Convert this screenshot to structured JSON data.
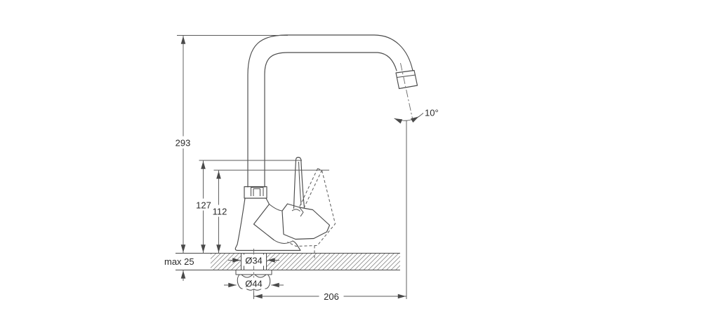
{
  "drawing": {
    "title": "single-lever-kitchen-faucet-dimension-drawing",
    "labels": {
      "overall_height": "293",
      "lever_height": "127",
      "body_height": "112",
      "deck_thickness": "max 25",
      "hole_diameter": "Ø34",
      "nut_diameter": "Ø44",
      "spout_reach": "206",
      "spout_angle": "10°"
    },
    "colors": {
      "background": "#ffffff",
      "line": "#4a4a4a",
      "dimension_line": "#5a5a5a",
      "text": "#2b2b2b",
      "hatch": "#8a8a8a"
    }
  }
}
